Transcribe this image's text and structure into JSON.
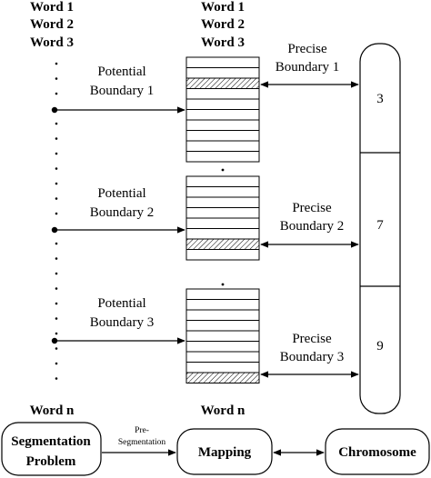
{
  "left_column": {
    "words_top": [
      "Word  1",
      "Word  2",
      "Word  3"
    ],
    "word_last": "Word n"
  },
  "middle_column": {
    "words_top": [
      "Word  1",
      "Word  2",
      "Word  3"
    ],
    "word_last": "Word n"
  },
  "potential_boundaries": [
    [
      "Potential",
      "Boundary 1"
    ],
    [
      "Potential",
      "Boundary 2"
    ],
    [
      "Potential",
      "Boundary 3"
    ]
  ],
  "precise_boundaries": [
    [
      "Precise",
      "Boundary 1"
    ],
    [
      "Precise",
      "Boundary 2"
    ],
    [
      "Precise",
      "Boundary 3"
    ]
  ],
  "chromosome_segments": [
    "3",
    "7",
    "9"
  ],
  "flow": {
    "segmentation_problem": [
      "Segmentation",
      "Problem"
    ],
    "pre_segmentation": [
      "Pre-",
      "Segmentation"
    ],
    "mapping": "Mapping",
    "chromosome": "Chromosome"
  }
}
